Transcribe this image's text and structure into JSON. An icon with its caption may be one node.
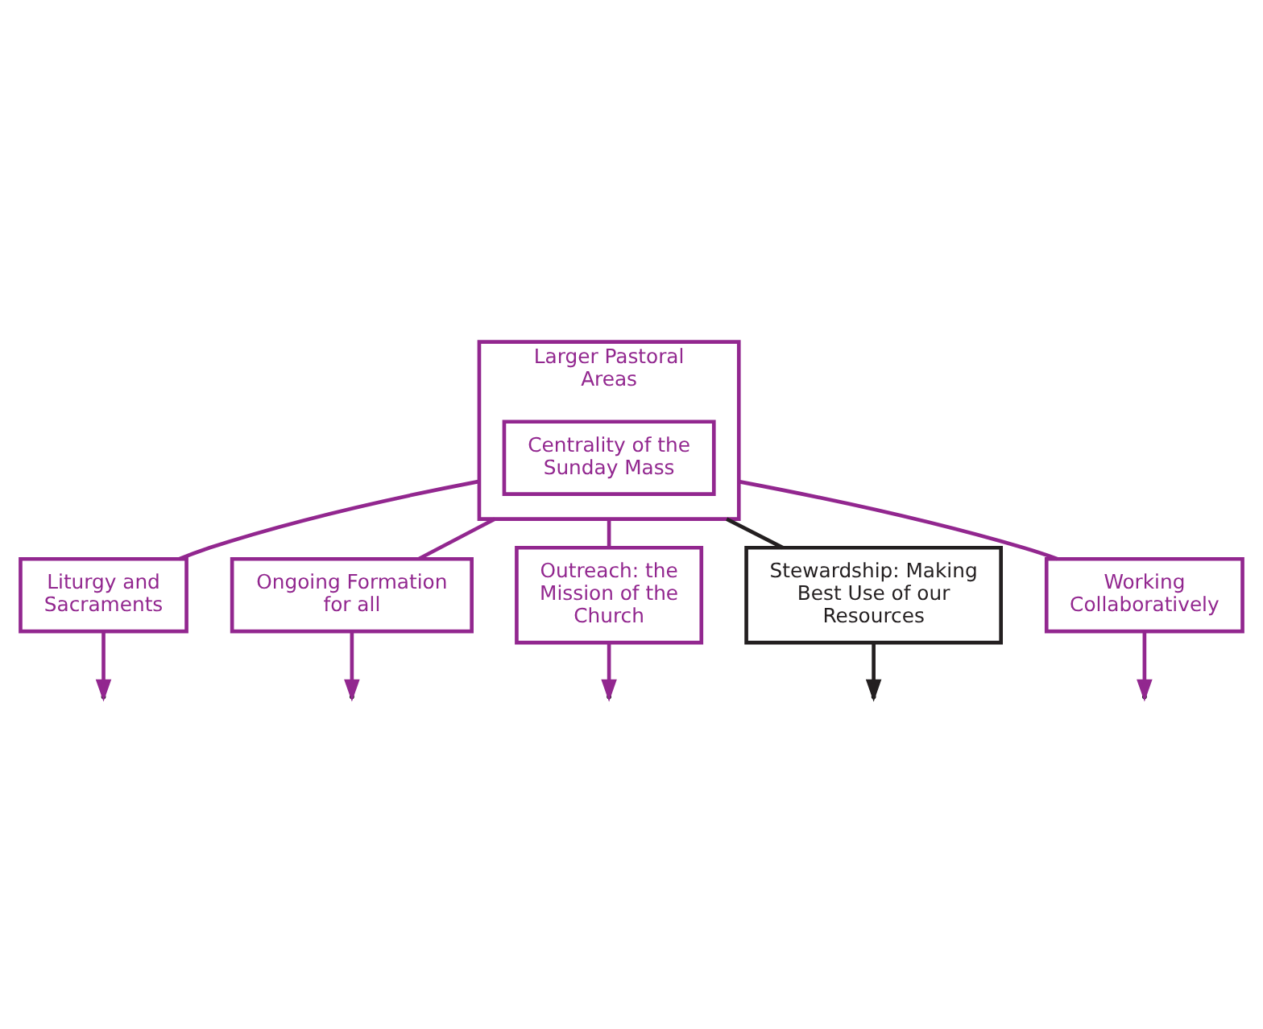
{
  "diagram": {
    "nodes": [
      {
        "text": [
          "Larger Pastoral Areas"
        ]
      },
      {
        "text": [
          "Centrality of the Sunday Mass"
        ],
        "in": 0
      },
      {
        "text": [
          "Liturgy and Sacraments"
        ]
      },
      {
        "text": [
          "Ongoing Formation for all"
        ]
      },
      {
        "text": [
          "Outreach: the Mission of the Church"
        ]
      },
      {
        "text": [
          "Stewardship: Making Best Use of our Resources"
        ]
      },
      {
        "text": [
          "Working Collaboratively"
        ]
      }
    ],
    "edges": [
      {
        "from": 0,
        "to": 2,
        "arrow": "none"
      },
      {
        "from": 2,
        "to": null,
        "arrow": "to"
      },
      {
        "from": 0,
        "to": 3,
        "arrow": "none"
      },
      {
        "from": 3,
        "to": null,
        "arrow": "to"
      },
      {
        "from": 0,
        "to": 4,
        "arrow": "none"
      },
      {
        "from": 4,
        "to": null,
        "arrow": "to"
      },
      {
        "from": 0,
        "to": 5,
        "arrow": "none",
        "color": "#231f20"
      },
      {
        "from": 5,
        "to": null,
        "arrow": "to",
        "color": "#231f20"
      },
      {
        "from": 0,
        "to": 6,
        "arrow": "none"
      },
      {
        "from": 6,
        "to": null,
        "arrow": "to"
      }
    ]
  }
}
